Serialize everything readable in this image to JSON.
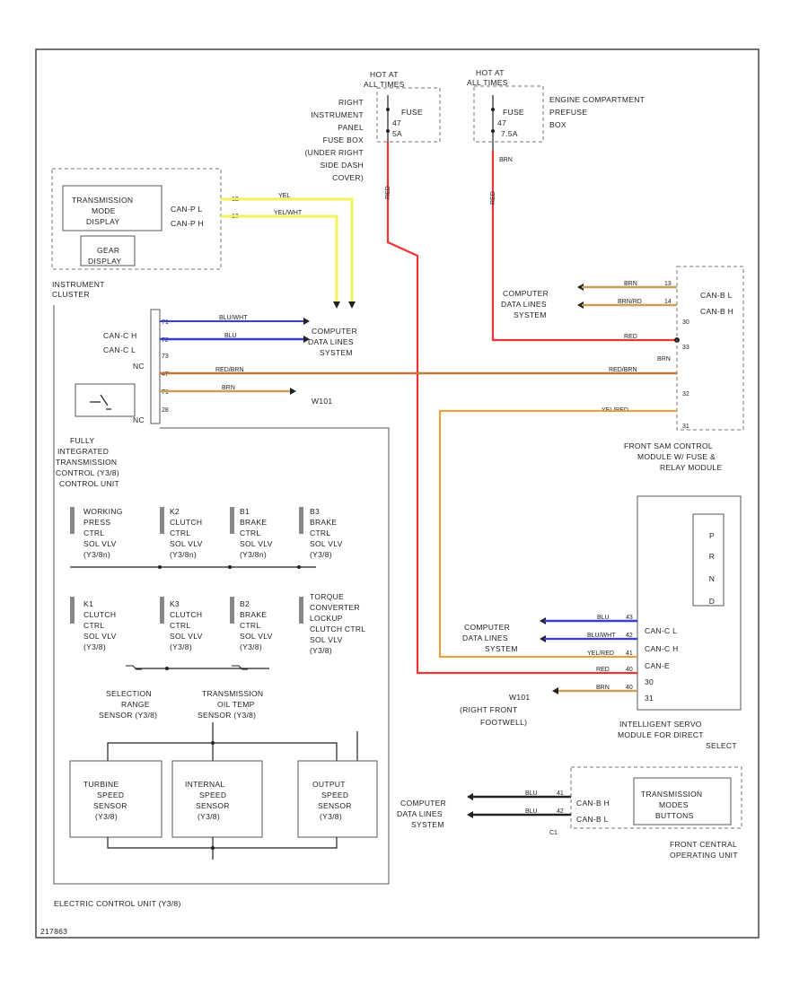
{
  "colors": {
    "red": "#ee3333",
    "yellow": "#f2f25a",
    "blue": "#3a3ae8",
    "orange_brown": "#c8743a",
    "tan_brown": "#c9a05a",
    "orange": "#f0a030",
    "black": "#222222"
  },
  "fuse_right": {
    "hot_at": "HOT AT",
    "all_times": "ALL TIMES",
    "fuse": "FUSE",
    "fuse_no": "47",
    "rating": "5A",
    "location": [
      "RIGHT",
      "INSTRUMENT",
      "PANEL",
      "FUSE BOX",
      "(UNDER RIGHT",
      "SIDE DASH",
      "COVER)"
    ],
    "wire": "RED"
  },
  "fuse_engine": {
    "hot_at": "HOT AT",
    "all_times": "ALL TIMES",
    "fuse": "FUSE",
    "fuse_no": "47",
    "rating": "7.5A",
    "location": [
      "ENGINE COMPARTMENT",
      "PREFUSE",
      "BOX"
    ],
    "wire_top": "BRN",
    "wire": "RED"
  },
  "instrument_cluster": {
    "display": [
      "TRANSMISSION",
      "MODE",
      "DISPLAY"
    ],
    "gear": [
      "GEAR",
      "DISPLAY"
    ],
    "can_l": "CAN-P L",
    "can_h": "CAN-P H",
    "pin_l": "12",
    "pin_h": "13",
    "wire_l": "YEL",
    "wire_h": "YEL/WHT",
    "title": [
      "INSTRUMENT",
      "CLUSTER"
    ]
  },
  "cdl_top": [
    "COMPUTER",
    "DATA LINES",
    "SYSTEM"
  ],
  "tcu_pins": {
    "labels": [
      "CAN-C H",
      "CAN-C L",
      "NC",
      "",
      "",
      "NC"
    ],
    "numbers": [
      "71",
      "72",
      "73",
      "47",
      "71",
      "28"
    ],
    "wires": [
      "BLU/WHT",
      "BLU",
      "",
      "RED/BRN",
      "BRN",
      ""
    ],
    "ground": "W101"
  },
  "tcu": {
    "title": [
      "FULLY",
      "INTEGRATED",
      "TRANSMISSION",
      "CONTROL (Y3/8)",
      "CONTROL UNIT"
    ],
    "solenoids_top": [
      [
        "WORKING",
        "PRESS",
        "CTRL",
        "SOL VLV",
        "(Y3/8n)"
      ],
      [
        "K2",
        "CLUTCH",
        "CTRL",
        "SOL VLV",
        "(Y3/8n)"
      ],
      [
        "B1",
        "BRAKE",
        "CTRL",
        "SOL VLV",
        "(Y3/8n)"
      ],
      [
        "B3",
        "BRAKE",
        "CTRL",
        "SOL VLV",
        "(Y3/8)"
      ]
    ],
    "solenoids_bottom": [
      [
        "K1",
        "CLUTCH",
        "CTRL",
        "SOL VLV",
        "(Y3/8)"
      ],
      [
        "K3",
        "CLUTCH",
        "CTRL",
        "SOL VLV",
        "(Y3/8)"
      ],
      [
        "B2",
        "BRAKE",
        "CTRL",
        "SOL VLV",
        "(Y3/8)"
      ],
      [
        "TORQUE",
        "CONVERTER",
        "LOCKUP",
        "CLUTCH CTRL",
        "SOL VLV",
        "(Y3/8)"
      ]
    ],
    "range_sensor": [
      "SELECTION",
      "RANGE",
      "SENSOR (Y3/8)"
    ],
    "oil_temp": [
      "TRANSMISSION",
      "OIL TEMP",
      "SENSOR (Y3/8)"
    ],
    "turbine": [
      "TURBINE",
      "SPEED",
      "SENSOR",
      "(Y3/8)"
    ],
    "internal": [
      "INTERNAL",
      "SPEED",
      "SENSOR",
      "(Y3/8)"
    ],
    "output": [
      "OUTPUT",
      "SPEED",
      "SENSOR",
      "(Y3/8)"
    ],
    "ecu": "ELECTRIC CONTROL UNIT (Y3/8)"
  },
  "sam": {
    "cdl": [
      "COMPUTER",
      "DATA LINES",
      "SYSTEM"
    ],
    "wires": [
      "BRN",
      "BRN/RD",
      "RED",
      "BRN",
      "RED/BRN",
      "YEL/RED"
    ],
    "pins": [
      "13",
      "14",
      "33",
      "30",
      "32",
      "31"
    ],
    "labels": [
      "CAN-B L",
      "CAN-B H"
    ],
    "title": [
      "FRONT SAM CONTROL",
      "MODULE W/ FUSE &",
      "RELAY MODULE"
    ]
  },
  "isodm": {
    "gears": [
      "P",
      "R",
      "N",
      "D"
    ],
    "cdl": [
      "COMPUTER",
      "DATA LINES",
      "SYSTEM"
    ],
    "wires": [
      "BLU",
      "BLU/WHT",
      "YEL/RED",
      "RED",
      "BRN"
    ],
    "pins": [
      "43",
      "42",
      "41",
      "40",
      "40"
    ],
    "labels": [
      "CAN-C L",
      "CAN-C H",
      "CAN-E",
      "30",
      "31"
    ],
    "ground": [
      "W101",
      "(RIGHT FRONT",
      "FOOTWELL)"
    ],
    "title": [
      "INTELLIGENT SERVO",
      "MODULE FOR DIRECT",
      "SELECT"
    ]
  },
  "fcou": {
    "cdl": [
      "COMPUTER",
      "DATA LINES",
      "SYSTEM"
    ],
    "wires": [
      "BLU",
      "BLU"
    ],
    "pins": [
      "41",
      "42"
    ],
    "labels": [
      "CAN-B H",
      "CAN-B L"
    ],
    "connector": "C1",
    "inner": [
      "TRANSMISSION",
      "MODES",
      "BUTTONS"
    ],
    "title": [
      "FRONT CENTRAL",
      "OPERATING UNIT"
    ]
  },
  "figure_id": "217863"
}
